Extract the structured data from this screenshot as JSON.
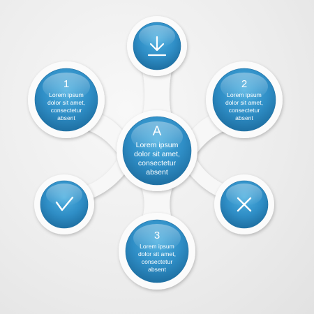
{
  "colors": {
    "accent": "#2f8ec6",
    "accent_dark": "#1d6fa3",
    "ring": "#ffffff",
    "background": "#ececec"
  },
  "nodes": {
    "center": {
      "number": "A",
      "line1": "Lorem ipsum",
      "line2": "dolor sit amet,",
      "line3": "consectetur",
      "line4": "absent"
    },
    "one": {
      "number": "1",
      "line1": "Lorem ipsum",
      "line2": "dolor sit amet,",
      "line3": "consectetur",
      "line4": "absent"
    },
    "two": {
      "number": "2",
      "line1": "Lorem ipsum",
      "line2": "dolor sit amet,",
      "line3": "consectetur",
      "line4": "absent"
    },
    "three": {
      "number": "3",
      "line1": "Lorem ipsum",
      "line2": "dolor sit amet,",
      "line3": "consectetur",
      "line4": "absent"
    }
  },
  "icons": {
    "top": "download-icon",
    "left": "checkmark-icon",
    "right": "close-icon"
  }
}
